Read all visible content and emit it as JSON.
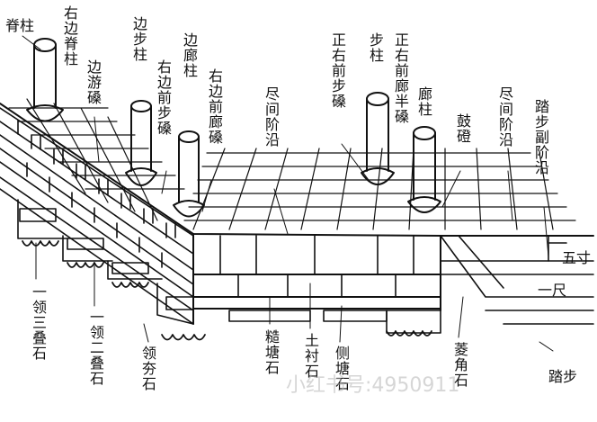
{
  "labels": {
    "ji_zhu": "脊柱",
    "you_bian_ji_zhu": "右边脊柱",
    "bian_you_sang": "边游磉",
    "bian_bu_zhu": "边步柱",
    "you_bian_qian_bu_sang": "右边前步磉",
    "bian_lang_zhu": "边廊柱",
    "you_bian_qian_lang_sang": "右边前廊磉",
    "jin_jian_jie_yan_left": "尽间阶沿",
    "zheng_you_qian_bu_sang": "正右前步磉",
    "bu_zhu": "步柱",
    "zheng_you_qian_lang_ban_sang": "正右前廊半磉",
    "lang_zhu": "廊柱",
    "gu_deng": "鼓磴",
    "jin_jian_jie_yan_right": "尽间阶沿",
    "ta_bu_fu_jie_yan": "踏步副阶沿",
    "wu_cun": "五寸",
    "yi_chi": "一尺",
    "yi_ling_san_die_shi": "一领三叠石",
    "yi_ling_er_die_shi": "一领二叠石",
    "ling_kua_shi": "领夯石",
    "cao_tang_shi": "糙塘石",
    "tu_shi": "土衬石",
    "ce_tang_shi": "侧塘石",
    "ling_jiao_shi": "菱角石",
    "ta_bu": "踏步"
  },
  "watermark": "小红书号:4950911"
}
